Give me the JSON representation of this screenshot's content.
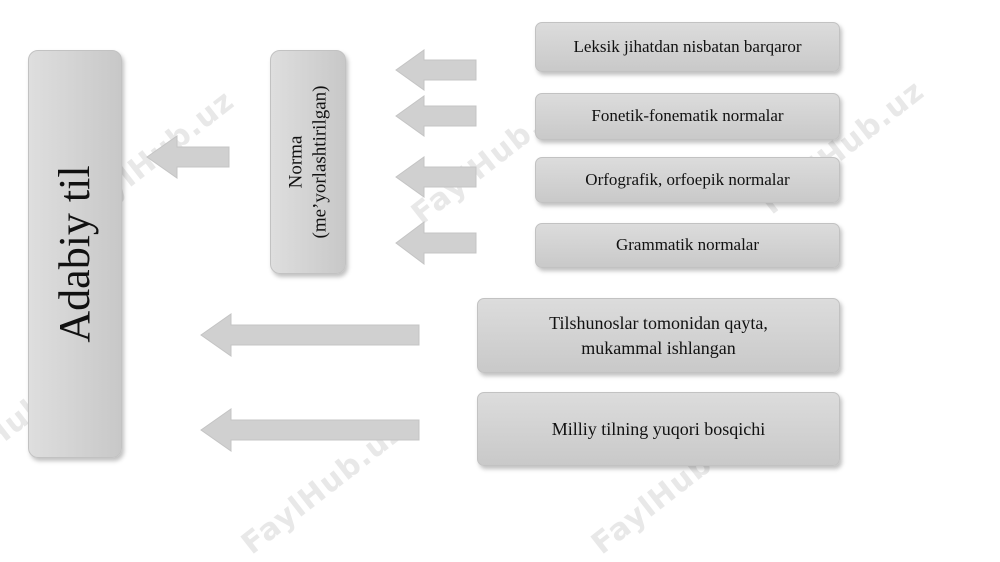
{
  "main_node": {
    "label": "Adabiy til"
  },
  "norma_node": {
    "line1": "Norma",
    "line2": "(me’yorlashtirilgan)"
  },
  "norma_children": [
    {
      "label": "Leksik jihatdan nisbatan barqaror"
    },
    {
      "label": "Fonetik-fonematik normalar"
    },
    {
      "label": "Orfografik, orfoepik normalar"
    },
    {
      "label": "Grammatik normalar"
    }
  ],
  "direct_children": [
    {
      "label": "Tilshunoslar tomonidan qayta, mukammal ishlangan"
    },
    {
      "label": "Milliy tilning yuqori bosqichi"
    }
  ],
  "watermark": {
    "text": "FaylHub.uz"
  },
  "colors": {
    "box_fill": "#d3d3d3",
    "arrow_fill": "#d0d0d0",
    "text": "#111111"
  }
}
